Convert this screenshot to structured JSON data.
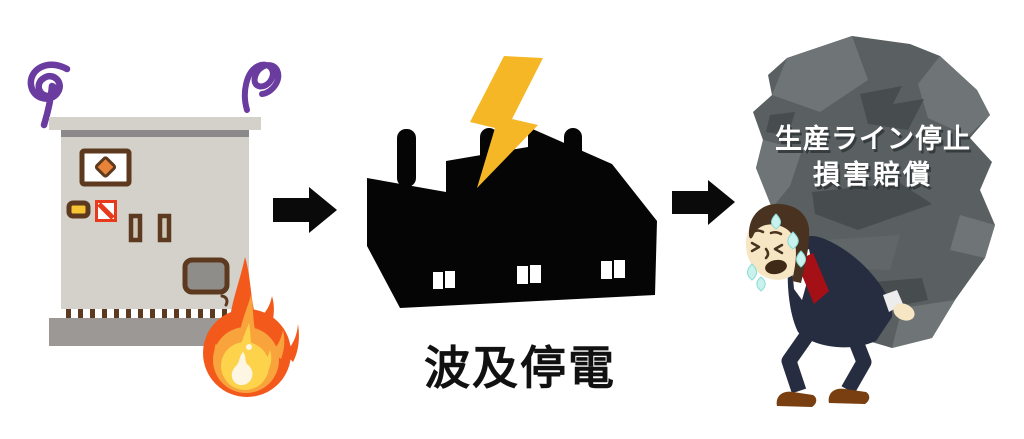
{
  "illustration": {
    "caption": "波及停電",
    "rock_label": {
      "line1": "生産ライン停止",
      "line2": "損害賠償"
    }
  },
  "icons": {
    "smoke": "purple-scribble-smoke",
    "fire": "flame",
    "arrow": "solid-right-arrow",
    "factory": "black-factory-silhouette",
    "bolt": "lightning-bolt",
    "rock": "boulder",
    "person": "sweating-businessman-carrying-rock",
    "equipment": "electrical-cubicle-on-fire"
  },
  "palette": {
    "smoke_purple": "#6B3CA0",
    "cubicle_body": "#D4D1CB",
    "cubicle_band": "#8B8989",
    "cubicle_base": "#9B9896",
    "cubicle_outline": "#5D3A1F",
    "diamond_orange": "#E8833A",
    "button_yellow": "#F7C433",
    "warning_red": "#E8391D",
    "slot_beige": "#CFC8B8",
    "door_gray": "#8F8D8A",
    "fire_outer": "#F2591B",
    "fire_mid": "#F9A33C",
    "fire_inner": "#FCD34B",
    "fire_core": "#FDF6E3",
    "arrow_black": "#0A0A0A",
    "factory_black": "#050505",
    "bolt_yellow": "#F5B726",
    "caption_black": "#111111",
    "rock_base": "#5A6061",
    "rock_light": "#6F7576",
    "rock_mid": "#616769",
    "rock_dark": "#474D4E",
    "rock_text_white": "#FFFFFF",
    "suit_navy": "#272D41",
    "tie_red": "#A50F16",
    "skin": "#F6E6C4",
    "hair_brown": "#4A3220",
    "sweat_cyan": "#C9F1ED",
    "shoe_brown": "#7A3F10",
    "shirt_white": "#FFFFFF",
    "cuff_white": "#EDEDED"
  }
}
